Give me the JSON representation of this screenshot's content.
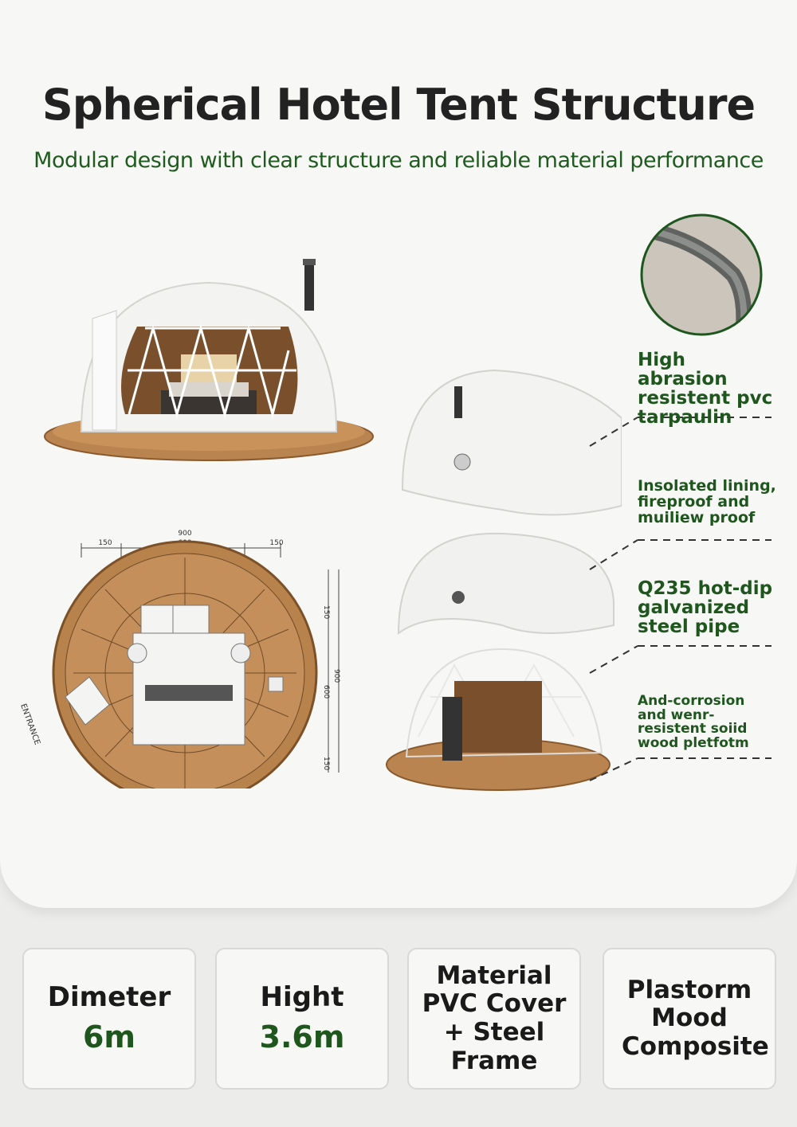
{
  "header": {
    "title": "Spherical Hotel Tent Structure",
    "subtitle": "Modular design with clear structure and reliable material performance"
  },
  "floor_plan": {
    "dim_total": "900",
    "dim_left": "150",
    "dim_middle": "600",
    "dim_right": "150",
    "side_top": "150",
    "side_middle": "600",
    "side_bottom": "150",
    "side_total": "900",
    "entrance": "ENTRANCE"
  },
  "callouts": [
    {
      "text": "High abrasion resistent pvc tarpaulin"
    },
    {
      "text": "Insolated lining, fireproof and muiliew proof"
    },
    {
      "text": "Q235 hot-dip galvanized steel pipe"
    },
    {
      "text": "And-corrosion and wenr-resistent soiid wood pletfotm"
    }
  ],
  "specs": [
    {
      "label": "Dimeter",
      "value": "6m"
    },
    {
      "label": "Hight",
      "value": "3.6m"
    },
    {
      "label": "Material PVC Cover + Steel Frame"
    },
    {
      "label": "Plastorm Mood Composite"
    }
  ],
  "colors": {
    "accent_green": "#1e561e",
    "wood": "#b88350",
    "dome_white": "#f2f2f0"
  }
}
